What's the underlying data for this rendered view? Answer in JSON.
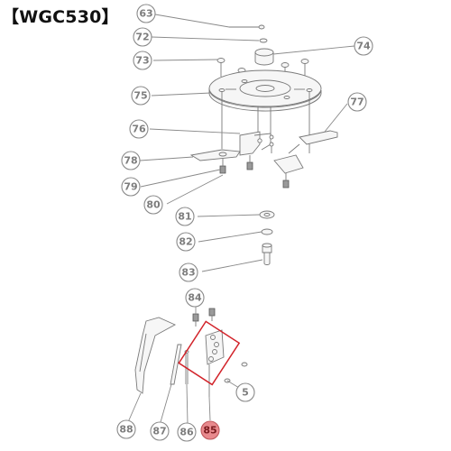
{
  "model_title": "【WGC530】",
  "highlight_color": "#d2232a",
  "highlighted_part": "85",
  "callouts": [
    {
      "number": "63"
    },
    {
      "number": "72"
    },
    {
      "number": "73"
    },
    {
      "number": "74"
    },
    {
      "number": "75"
    },
    {
      "number": "76"
    },
    {
      "number": "77"
    },
    {
      "number": "78"
    },
    {
      "number": "79"
    },
    {
      "number": "80"
    },
    {
      "number": "81"
    },
    {
      "number": "82"
    },
    {
      "number": "83"
    },
    {
      "number": "84"
    },
    {
      "number": "5"
    },
    {
      "number": "88"
    },
    {
      "number": "87"
    },
    {
      "number": "86"
    },
    {
      "number": "85"
    }
  ]
}
